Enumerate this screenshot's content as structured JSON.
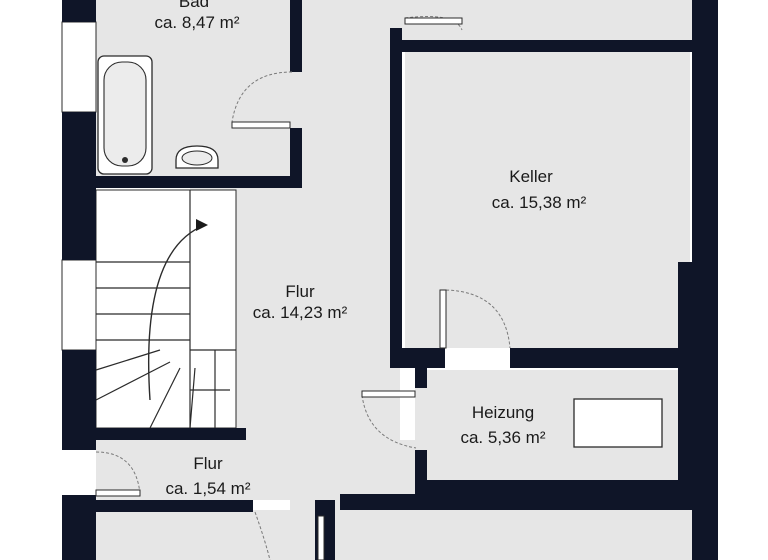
{
  "floorplan": {
    "colors": {
      "wall": "#0f1528",
      "floor": "#e6e6e6",
      "background": "#ffffff",
      "fixture": "#ffffff",
      "door_line": "#7a7a7a"
    },
    "rooms": {
      "bad": {
        "name": "Bad",
        "area": "ca. 8,47 m²"
      },
      "keller": {
        "name": "Keller",
        "area": "ca. 15,38 m²"
      },
      "flur_main": {
        "name": "Flur",
        "area": "ca. 14,23 m²"
      },
      "heizung": {
        "name": "Heizung",
        "area": "ca. 5,36 m²"
      },
      "flur_small": {
        "name": "Flur",
        "area": "ca. 1,54 m²"
      }
    },
    "fixtures": [
      "bathtub",
      "washbasin",
      "staircase",
      "boiler"
    ]
  }
}
